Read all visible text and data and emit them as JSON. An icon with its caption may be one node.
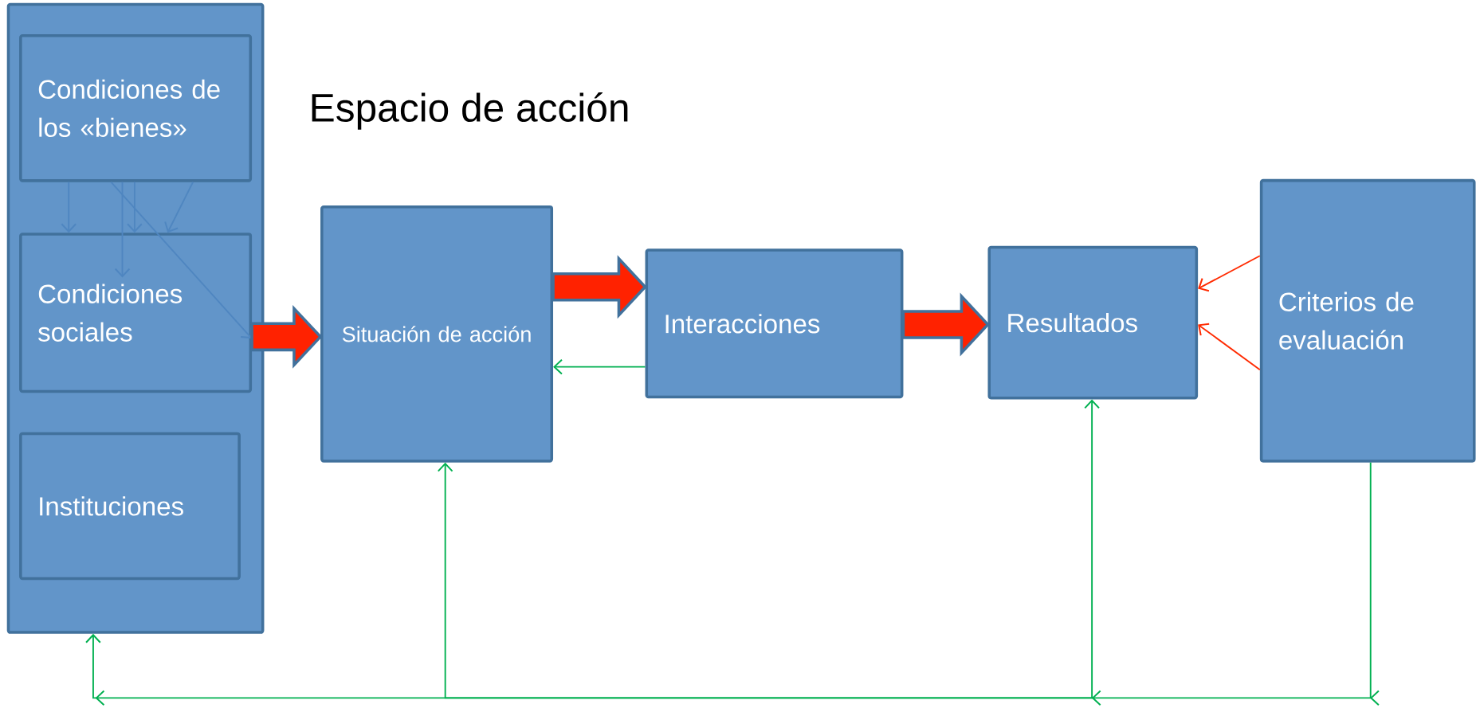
{
  "diagram": {
    "title": "Espacio de acción",
    "nodes": [
      {
        "text": [],
        "shape": "box"
      },
      {
        "text": [
          "Condiciones de los «bienes»"
        ],
        "in": 0
      },
      {
        "text": [
          "Condiciones sociales"
        ],
        "in": 0
      },
      {
        "text": [
          "Instituciones"
        ],
        "in": 0
      },
      {
        "text": [
          "Situación de acción"
        ]
      },
      {
        "text": [
          "Interacciones"
        ]
      },
      {
        "text": [
          "Resultados"
        ]
      },
      {
        "text": [
          "Criterios de evaluación"
        ]
      }
    ],
    "edges": [
      {
        "from": 1,
        "to": 2,
        "arrow": "to",
        "color": "#4f86c0"
      },
      {
        "from": 1,
        "to": 2,
        "arrow": "to",
        "color": "#4f86c0"
      },
      {
        "from": 1,
        "to": 2,
        "arrow": "to",
        "color": "#4f86c0"
      },
      {
        "from": 1,
        "to": 2,
        "arrow": "to",
        "color": "#4f86c0"
      },
      {
        "from": 1,
        "to": 2,
        "arrow": "to",
        "color": "#4f86c0"
      },
      {
        "from": 7,
        "to": 6,
        "arrow": "to",
        "color": "#ff2a00"
      },
      {
        "from": 7,
        "to": 6,
        "arrow": "to",
        "color": "#ff2a00"
      },
      {
        "from": 2,
        "to": 4,
        "arrow": "to",
        "style": "thick",
        "color": "#ff2200"
      },
      {
        "from": 4,
        "to": 5,
        "arrow": "to",
        "style": "thick",
        "color": "#ff2200"
      },
      {
        "from": 5,
        "to": 6,
        "arrow": "to",
        "style": "thick",
        "color": "#ff2200"
      },
      {
        "from": 5,
        "to": 4,
        "arrow": "to",
        "color": "#00b050"
      },
      {
        "from": 7,
        "to": 0,
        "arrow": "to",
        "color": "#00b050"
      },
      {
        "from": 6,
        "to": 4,
        "arrow": "both",
        "color": "#00b050"
      }
    ]
  }
}
